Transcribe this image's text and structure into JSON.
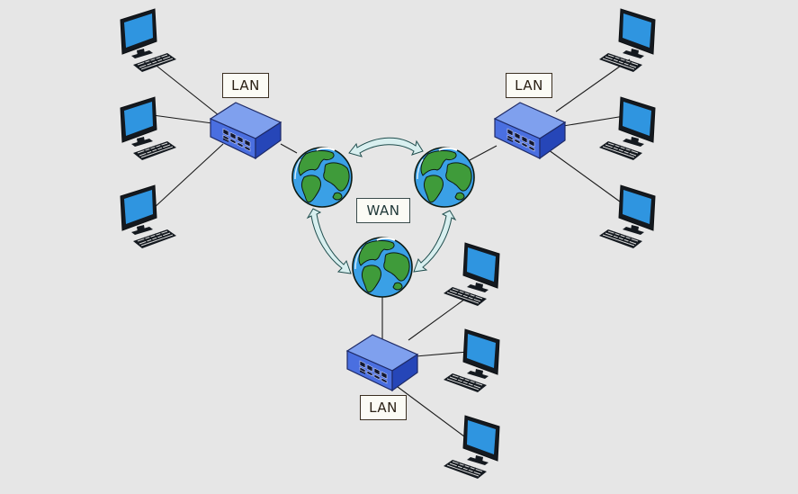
{
  "labels": {
    "lan_top_left": "LAN",
    "lan_top_right": "LAN",
    "lan_bottom": "LAN",
    "wan": "WAN"
  },
  "colors": {
    "background": "#e6e6e6",
    "monitor_screen": "#2f95e0",
    "switch_blue": "#3f63d8",
    "globe_ocean": "#3aa0e6",
    "globe_land": "#3f9b3a",
    "arrow_fill": "#d8efef"
  },
  "icons": {
    "computer": "desktop-computer-icon",
    "switch": "network-switch-icon",
    "globe": "globe-icon"
  }
}
